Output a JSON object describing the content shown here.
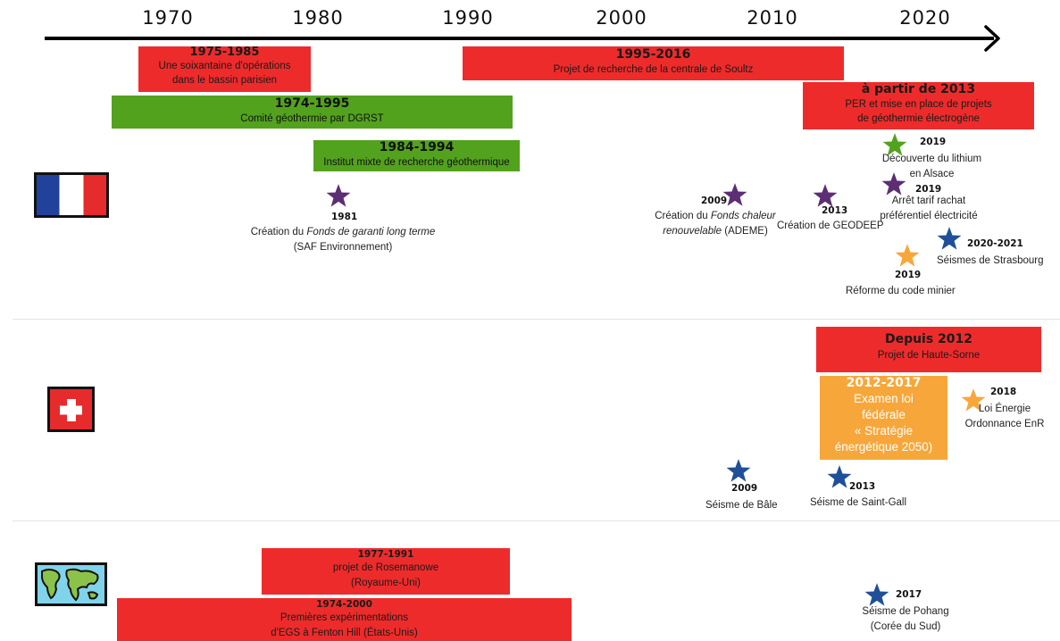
{
  "axis": {
    "years": [
      "1970",
      "1980",
      "1990",
      "2000",
      "2010",
      "2020"
    ]
  },
  "colors": {
    "red": "#ee2b2b",
    "green": "#53a21e",
    "orange": "#f7a73a",
    "purple": "#5d2e73",
    "blue": "#1f4f98",
    "star_green": "#53a21e",
    "star_orange": "#f7a73a"
  },
  "france": {
    "flag_icon": "france-flag-icon",
    "bars": [
      {
        "years": "1975-1985",
        "text": "Une soixantaine d'opérations\ndans le bassin parisien"
      },
      {
        "years": "1995-2016",
        "text": "Projet de recherche de  la centrale de Soultz"
      },
      {
        "years": "1974-1995",
        "text": "Comité géothermie par DGRST"
      },
      {
        "years": "à partir de 2013",
        "text": "PER et mise en place de projets\nde géothermie électrogène"
      },
      {
        "years": "1984-1994",
        "text": "Institut mixte de recherche géothermique"
      }
    ],
    "events": [
      {
        "year": "1981",
        "text_pre": "Création du ",
        "text_em": "Fonds de garanti long terme",
        "text_post": "(SAF Environnement)"
      },
      {
        "year": "2009",
        "text_pre": "Création du ",
        "text_em1": "Fonds chaleur",
        "text_em2": "renouvelable",
        "text_post": " (ADEME)"
      },
      {
        "year": "2013",
        "text": "Création de GEODEEP"
      },
      {
        "year": "2019",
        "text": "Découverte du lithium\nen Alsace"
      },
      {
        "year": "2019",
        "text": "Arrêt tarif rachat\npréférentiel électricité"
      },
      {
        "year": "2020-2021",
        "text": "Séismes de Strasbourg"
      },
      {
        "year": "2019",
        "text": "Réforme du code minier"
      }
    ]
  },
  "switzerland": {
    "flag_icon": "switzerland-flag-icon",
    "bars": [
      {
        "years": "Depuis 2012",
        "text": "Projet de Haute-Sorne"
      },
      {
        "years": "2012-2017",
        "text": "Examen loi\nfédérale\n« Stratégie\nénergétique 2050)"
      }
    ],
    "events": [
      {
        "year": "2018",
        "text": "Loi Énergie\nOrdonnance EnR"
      },
      {
        "year": "2009",
        "text": "Séisme de Bâle"
      },
      {
        "year": "2013",
        "text": "Séisme de Saint-Gall"
      }
    ]
  },
  "world": {
    "map_icon": "world-map-icon",
    "bars": [
      {
        "years": "1977-1991",
        "text": "projet de Rosemanowe\n(Royaume-Uni)"
      },
      {
        "years": "1974-2000",
        "text": "Premières expérimentations\nd'EGS  à Fenton Hill (États-Unis)"
      }
    ],
    "events": [
      {
        "year": "2017",
        "text": "Séisme de Pohang\n(Corée du Sud)"
      }
    ]
  }
}
